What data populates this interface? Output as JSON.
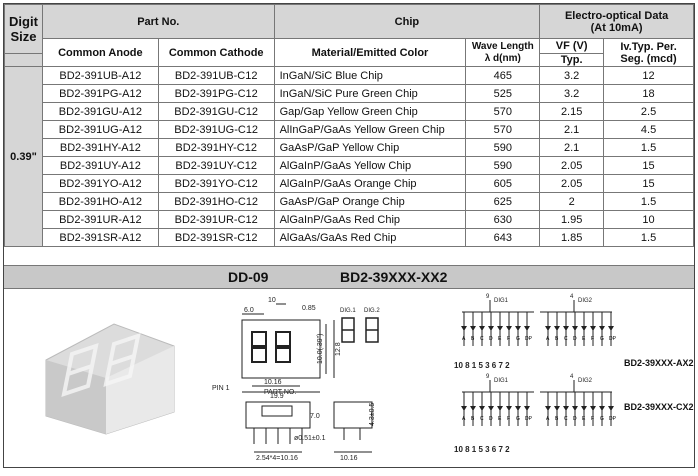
{
  "header": {
    "digit_size": "Digit Size",
    "part_no": "Part No.",
    "chip": "Chip",
    "electro_optical": "Electro-optical Data",
    "at_current": "(At 10mA)",
    "common_anode": "Common Anode",
    "common_cathode": "Common Cathode",
    "material": "Material/Emitted Color",
    "wavelength_1": "Wave Length",
    "wavelength_2": "λ d(nm)",
    "vf": "VF (V)",
    "vf_typ": "Typ.",
    "iv_1": "Iv.Typ. Per.",
    "iv_2": "Seg. (mcd)"
  },
  "digit_size_value": "0.39\"",
  "rows": [
    {
      "anode": "BD2-391UB-A12",
      "cathode": "BD2-391UB-C12",
      "material": "InGaN/SiC  Blue Chip",
      "wl": "465",
      "vf": "3.2",
      "iv": "12"
    },
    {
      "anode": "BD2-391PG-A12",
      "cathode": "BD2-391PG-C12",
      "material": "InGaN/SiC Pure Green Chip",
      "wl": "525",
      "vf": "3.2",
      "iv": "18"
    },
    {
      "anode": "BD2-391GU-A12",
      "cathode": "BD2-391GU-C12",
      "material": "Gap/Gap Yellow Green  Chip",
      "wl": "570",
      "vf": "2.15",
      "iv": "2.5"
    },
    {
      "anode": "BD2-391UG-A12",
      "cathode": "BD2-391UG-C12",
      "material": "AlInGaP/GaAs Yellow Green Chip",
      "wl": "570",
      "vf": "2.1",
      "iv": "4.5"
    },
    {
      "anode": "BD2-391HY-A12",
      "cathode": "BD2-391HY-C12",
      "material": "GaAsP/GaP Yellow  Chip",
      "wl": "590",
      "vf": "2.1",
      "iv": "1.5"
    },
    {
      "anode": "BD2-391UY-A12",
      "cathode": "BD2-391UY-C12",
      "material": "AlGaInP/GaAs Yellow  Chip",
      "wl": "590",
      "vf": "2.05",
      "iv": "15"
    },
    {
      "anode": "BD2-391YO-A12",
      "cathode": "BD2-391YO-C12",
      "material": "AlGaInP/GaAs Orange  Chip",
      "wl": "605",
      "vf": "2.05",
      "iv": "15"
    },
    {
      "anode": "BD2-391HO-A12",
      "cathode": "BD2-391HO-C12",
      "material": "GaAsP/GaP Orange  Chip",
      "wl": "625",
      "vf": "2",
      "iv": "1.5"
    },
    {
      "anode": "BD2-391UR-A12",
      "cathode": "BD2-391UR-C12",
      "material": "AlGaInP/GaAs Red  Chip",
      "wl": "630",
      "vf": "1.95",
      "iv": "10"
    },
    {
      "anode": "BD2-391SR-A12",
      "cathode": "BD2-391SR-C12",
      "material": "AlGaAs/GaAs Red Chip",
      "wl": "643",
      "vf": "1.85",
      "iv": "1.5"
    }
  ],
  "banner": {
    "package": "DD-09",
    "series": "BD2-39XXX-XX2"
  },
  "drawing": {
    "dims": {
      "d1": "6.0",
      "d2": "10",
      "d3": "0.85",
      "d4": "10.0(.39\")",
      "d5": "12.8",
      "d6": "10.16",
      "d7": "19.9",
      "d8": "7.0",
      "d9": "ø0.51±0.1",
      "d10": "4.3±0.5",
      "d11": "2.54*4=10.16",
      "d12": "10.16"
    },
    "pin1": "PIN  1",
    "part_no": "PART  NO.",
    "dig1": "DIG.1",
    "dig2": "DIG.2",
    "seg_labels": [
      "A",
      "B",
      "C",
      "D",
      "E",
      "F",
      "G",
      "DP"
    ],
    "pin_numbers": "10 8 1  5  3 6 7 2",
    "com1": "9",
    "com2": "4",
    "dig_tag1": "DIG1",
    "dig_tag2": "DIG2",
    "label_anode": "BD2-39XXX-AX2",
    "label_cathode": "BD2-39XXX-CX2"
  }
}
